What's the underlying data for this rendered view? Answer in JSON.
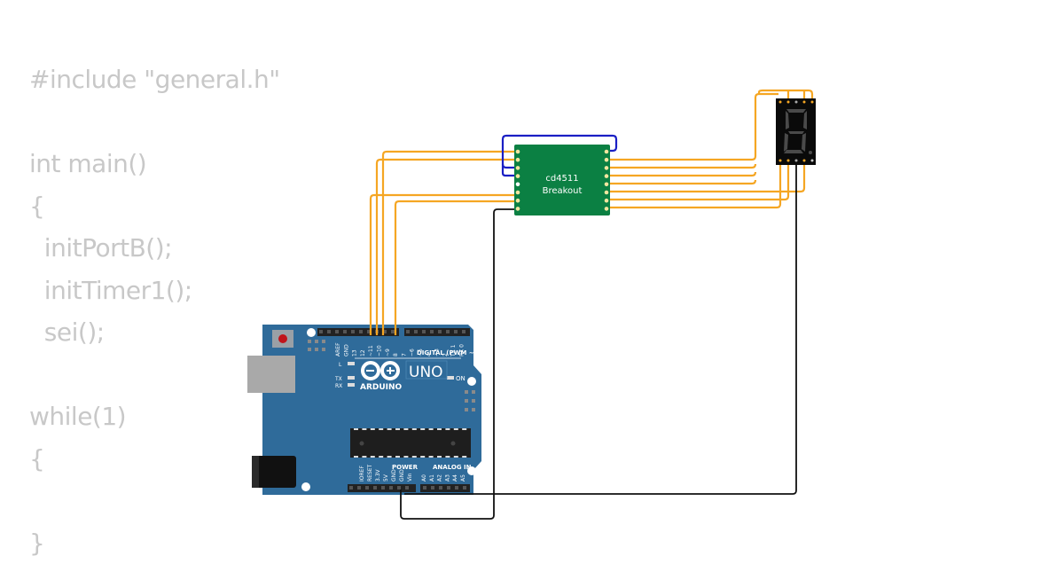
{
  "code": {
    "lines": [
      "#include \"general.h\"",
      "",
      "int main()",
      "{",
      "  initPortB();",
      "  initTimer1();",
      "  sei();",
      "",
      "while(1)",
      "{",
      "",
      "}"
    ]
  },
  "breakout": {
    "name": "cd4511",
    "subtitle": "Breakout",
    "color": "#0b8043"
  },
  "display": {
    "type": "seven-segment",
    "shown_digit": "8."
  },
  "arduino": {
    "logo_text": "ARDUINO",
    "model": "UNO",
    "on_label": "ON",
    "led_labels": [
      "L",
      "TX",
      "RX"
    ],
    "digital_header_label": "DIGITAL (PWM ~)",
    "digital_pins": [
      "AREF",
      "GND",
      "13",
      "12",
      "~11",
      "~10",
      "~9",
      "8",
      "7",
      "~6",
      "~5",
      "4",
      "~3",
      "2",
      "TX 1",
      "RX 0"
    ],
    "power_header_label": "POWER",
    "power_pins": [
      "IOREF",
      "RESET",
      "3.3V",
      "5V",
      "GND",
      "GND",
      "Vin"
    ],
    "analog_header_label": "ANALOG IN",
    "analog_pins": [
      "A0",
      "A1",
      "A2",
      "A3",
      "A4",
      "A5"
    ],
    "board_color": "#2f6b9a"
  },
  "wires": {
    "signal_color": "#f5a623",
    "loop_color": "#1a1fc4",
    "ground_color": "#111111"
  }
}
